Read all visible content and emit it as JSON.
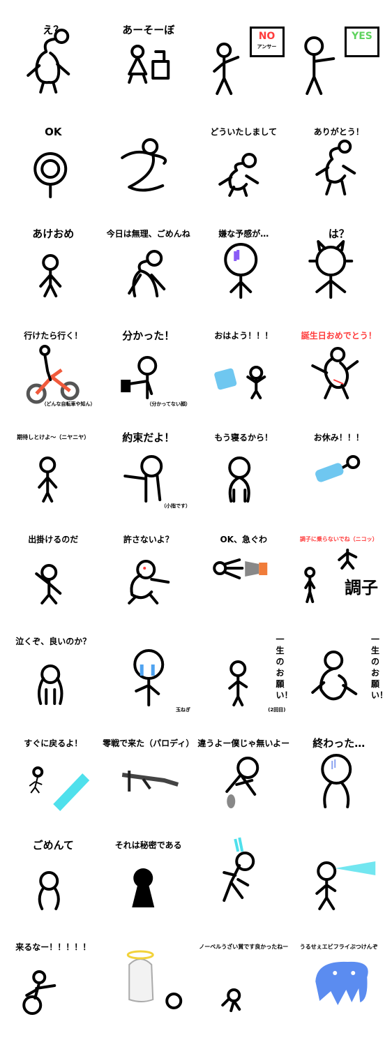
{
  "stickers": [
    {
      "caption": "え？"
    },
    {
      "caption": "あーそーぼ"
    },
    {
      "caption": "",
      "sign": "NO",
      "sign_sub": "アンサー"
    },
    {
      "caption": "",
      "sign": "YES"
    },
    {
      "caption": "OK"
    },
    {
      "caption": ""
    },
    {
      "caption": "どういたしまして"
    },
    {
      "caption": "ありがとう！"
    },
    {
      "caption": "あけおめ"
    },
    {
      "caption": "今日は無理、ごめんね"
    },
    {
      "caption": "嫌な予感が…"
    },
    {
      "caption": "は？"
    },
    {
      "caption": "行けたら行く！",
      "note": "（どんな自転車や知ん）"
    },
    {
      "caption": "分かった！",
      "note": "（分かってない顔）"
    },
    {
      "caption": "おはよう！！！"
    },
    {
      "caption": "誕生日おめでとう！"
    },
    {
      "caption": "期待しとけよ～（ニヤニヤ）"
    },
    {
      "caption": "約束だよ！",
      "note": "（小指です）"
    },
    {
      "caption": "もう寝るから！"
    },
    {
      "caption": "お休み！！！"
    },
    {
      "caption": "出掛けるのだ"
    },
    {
      "caption": "許さないよ？"
    },
    {
      "caption": "OK、急ぐわ"
    },
    {
      "caption": "調子に乗らないでね（ニコッ）",
      "big": "調子"
    },
    {
      "caption": "泣くぞ、良いのか？"
    },
    {
      "caption": "",
      "note": "玉ねぎ"
    },
    {
      "caption": "",
      "vertical": "一生のお願い！",
      "note": "(2回目)"
    },
    {
      "caption": "",
      "vertical": "一生のお願い！"
    },
    {
      "caption": "すぐに戻るよ！"
    },
    {
      "caption": "零戦で来た（パロディ）"
    },
    {
      "caption": "違うよー僕じゃ無いよー"
    },
    {
      "caption": "終わった…"
    },
    {
      "caption": "ごめんて"
    },
    {
      "caption": "それは秘密である"
    },
    {
      "caption": ""
    },
    {
      "caption": ""
    },
    {
      "caption": "来るなー！！！！！"
    },
    {
      "caption": ""
    },
    {
      "caption": "ノーベルうざい賞です良かったねー"
    },
    {
      "caption": "うるせぇエビフライぶつけんぞ"
    }
  ],
  "colors": {
    "red": "#ff3b3b",
    "blue": "#5b8cf0",
    "cyan": "#4fe0ec",
    "green": "#5fd35f",
    "purple": "#8a5cf6"
  }
}
